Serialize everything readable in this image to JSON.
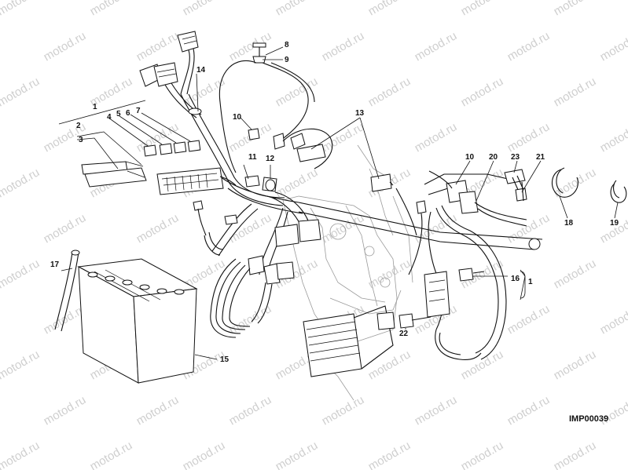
{
  "watermark": {
    "text": "motod.ru"
  },
  "diagram_code": "IMP00039",
  "callouts": [
    "1",
    "2",
    "3",
    "4",
    "5",
    "6",
    "7",
    "8",
    "9",
    "10",
    "11",
    "12",
    "13",
    "14",
    "10",
    "20",
    "23",
    "21",
    "18",
    "19",
    "17",
    "15",
    "16",
    "1",
    "22"
  ]
}
